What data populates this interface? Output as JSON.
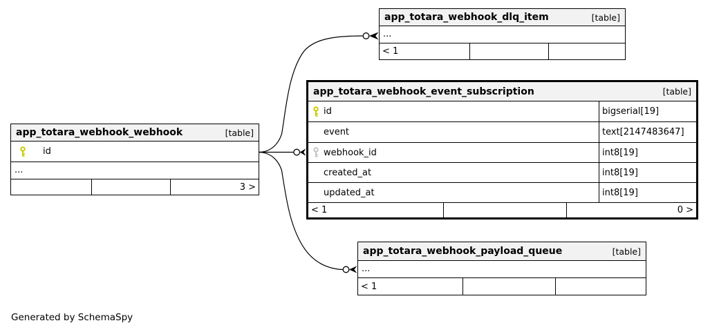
{
  "diagram": {
    "generator_note": "Generated by SchemaSpy",
    "badge": "[table]",
    "ellipsis": "...",
    "colors": {
      "primary_key_icon": "#cbcb00",
      "foreign_key_icon": "#c4c4c4",
      "header_background": "#f2f2f2",
      "border": "#000000",
      "background": "#ffffff"
    },
    "tables": {
      "dlq": {
        "title": "app_totara_webhook_dlq_item",
        "badge": "[table]",
        "collapsed_columns": "...",
        "footer_left": "< 1"
      },
      "event": {
        "title": "app_totara_webhook_event_subscription",
        "badge": "[table]",
        "columns": [
          {
            "name": "id",
            "type": "bigserial[19]",
            "key": "primary"
          },
          {
            "name": "event",
            "type": "text[2147483647]",
            "key": "none"
          },
          {
            "name": "webhook_id",
            "type": "int8[19]",
            "key": "foreign"
          },
          {
            "name": "created_at",
            "type": "int8[19]",
            "key": "none"
          },
          {
            "name": "updated_at",
            "type": "int8[19]",
            "key": "none"
          }
        ],
        "footer_left": "< 1",
        "footer_right": "0 >"
      },
      "webhook": {
        "title": "app_totara_webhook_webhook",
        "badge": "[table]",
        "columns": [
          {
            "name": "id",
            "key": "primary"
          }
        ],
        "collapsed_columns": "...",
        "footer_right": "3 >"
      },
      "payload": {
        "title": "app_totara_webhook_payload_queue",
        "badge": "[table]",
        "collapsed_columns": "...",
        "footer_left": "< 1"
      }
    },
    "relationships": [
      {
        "from": "app_totara_webhook_webhook.id",
        "to": "app_totara_webhook_dlq_item"
      },
      {
        "from": "app_totara_webhook_webhook.id",
        "to": "app_totara_webhook_event_subscription.webhook_id"
      },
      {
        "from": "app_totara_webhook_webhook.id",
        "to": "app_totara_webhook_payload_queue"
      }
    ]
  }
}
